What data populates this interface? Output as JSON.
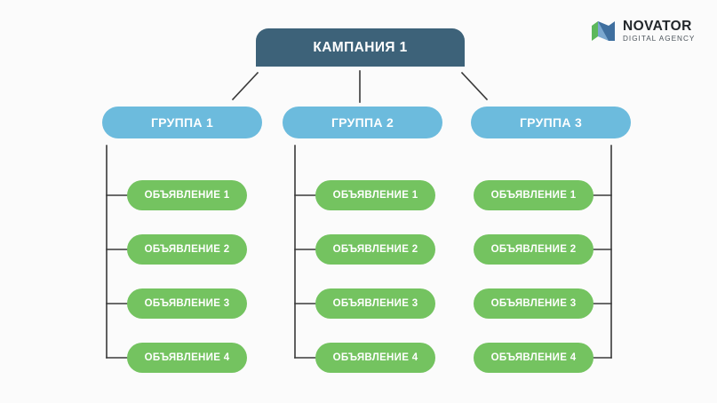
{
  "diagram": {
    "title": "КАМПАНИЯ 1",
    "campaign": {
      "label": "КАМПАНИЯ 1",
      "color": "#3d6279"
    },
    "group_color": "#6cbbdd",
    "ad_color": "#74c360",
    "connector_color": "#3a3a3a",
    "background": "#fbfbfb",
    "groups": [
      {
        "label": "ГРУППА 1",
        "spine": "left",
        "ads": [
          {
            "label": "ОБЪЯВЛЕНИЕ 1"
          },
          {
            "label": "ОБЪЯВЛЕНИЕ 2"
          },
          {
            "label": "ОБЪЯВЛЕНИЕ 3"
          },
          {
            "label": "ОБЪЯВЛЕНИЕ 4"
          }
        ]
      },
      {
        "label": "ГРУППА 2",
        "spine": "left",
        "ads": [
          {
            "label": "ОБЪЯВЛЕНИЕ 1"
          },
          {
            "label": "ОБЪЯВЛЕНИЕ 2"
          },
          {
            "label": "ОБЪЯВЛЕНИЕ 3"
          },
          {
            "label": "ОБЪЯВЛЕНИЕ 4"
          }
        ]
      },
      {
        "label": "ГРУППА 3",
        "spine": "right",
        "ads": [
          {
            "label": "ОБЪЯВЛЕНИЕ 1"
          },
          {
            "label": "ОБЪЯВЛЕНИЕ 2"
          },
          {
            "label": "ОБЪЯВЛЕНИЕ 3"
          },
          {
            "label": "ОБЪЯВЛЕНИЕ 4"
          }
        ]
      }
    ]
  },
  "logo": {
    "mark": "novator-n-icon",
    "title": "NOVATOR",
    "subtitle": "DIGITAL AGENCY",
    "green": "#5cb85c",
    "blue": "#3f6f9f",
    "light_blue": "#7aa7cf",
    "text_color": "#22272b"
  }
}
